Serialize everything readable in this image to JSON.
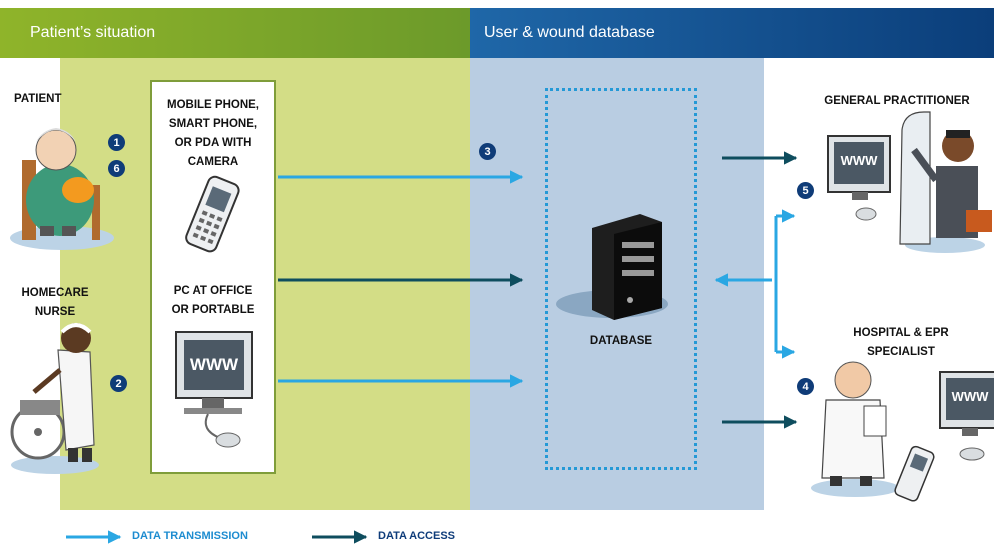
{
  "header": {
    "left_title": "Patient’s situation",
    "right_title": "User & wound database"
  },
  "actors": {
    "patient": "PATIENT",
    "homecare_nurse": "HOMECARE\nNURSE",
    "general_practitioner": "GENERAL PRACTITIONER",
    "hospital_specialist": "HOSPITAL & EPR\nSPECIALIST"
  },
  "devices": {
    "mobile": "MOBILE PHONE,\nSMART PHONE,\nOR PDA WITH\nCAMERA",
    "pc": "PC AT OFFICE\nOR PORTABLE",
    "screen_text": "WWW"
  },
  "database": {
    "label": "DATABASE"
  },
  "steps": {
    "s1": "1",
    "s2": "2",
    "s3": "3",
    "s4": "4",
    "s5": "5",
    "s6": "6"
  },
  "legend": {
    "transmission": "DATA TRANSMISSION",
    "access": "DATA ACCESS"
  },
  "colors": {
    "transmission_arrow": "#2aa7e3",
    "access_arrow": "#0e4d5e",
    "green_zone": "#d3dd86",
    "blue_zone": "#b9cde2",
    "badge": "#0f3c78"
  }
}
